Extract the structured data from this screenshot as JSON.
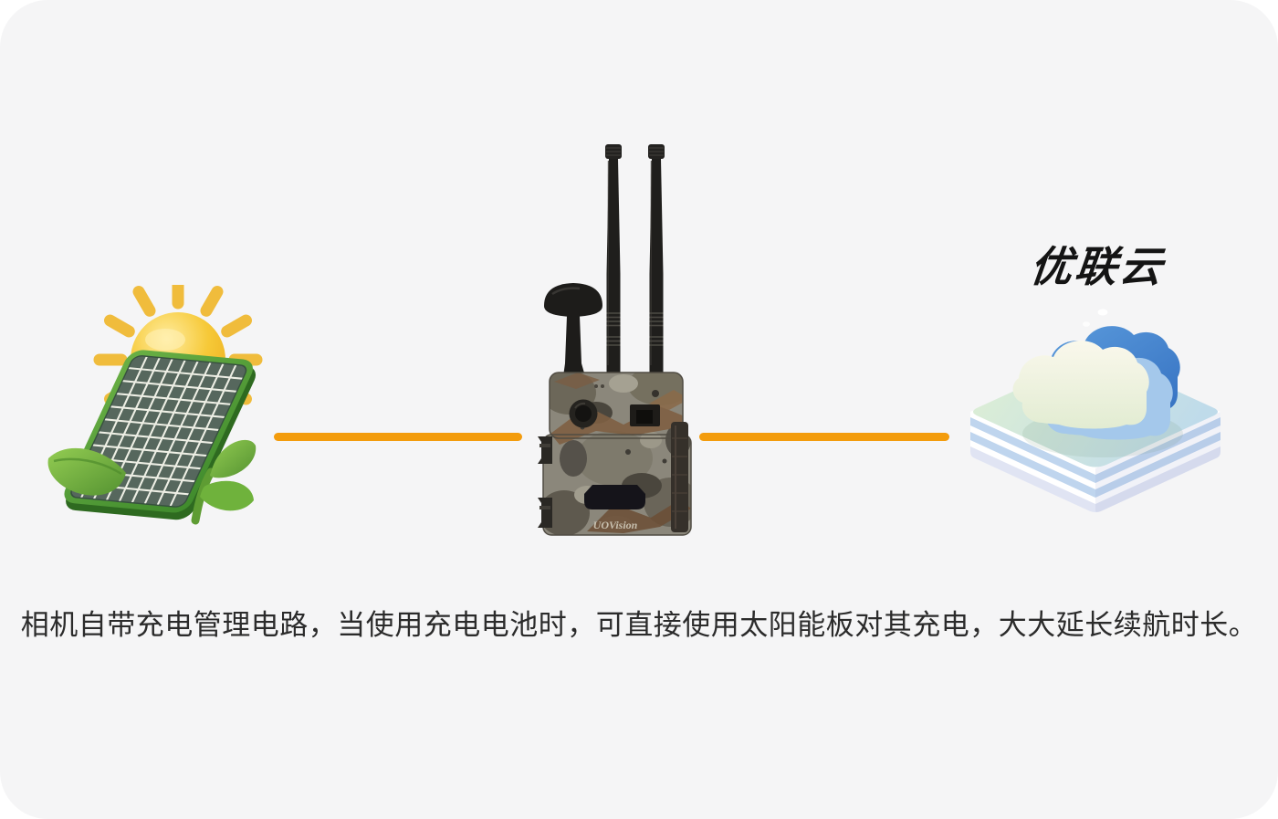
{
  "scene": {
    "page_bg": "#FFFFFF",
    "card_bg": "#F5F5F6",
    "connector_color": "#F39C0D",
    "caption_color": "#2B2B2B"
  },
  "nodes": {
    "solar": {
      "icon": "solar-panel-sun-icon"
    },
    "camera": {
      "icon": "trail-camera-icon",
      "brand": "UOVision"
    },
    "cloud": {
      "icon": "cloud-platform-icon",
      "label": "优联云"
    }
  },
  "caption": {
    "text": "相机自带充电管理电路，当使用充电电池时，可直接使用太阳能板对其充电，大大延长续航时长。"
  },
  "colors": {
    "sun_yellow": "#F6C938",
    "ray_yellow": "#F0BC3C",
    "panel_frame_green": "#4E9C33",
    "panel_cell": "#56675D",
    "leaf_green": "#7FBF45",
    "camo_base": "#8B877B",
    "cloud_blue": "#4181CF",
    "cloud_cream": "#F2F2DC",
    "platform_stripe_blue": "#BFD5EE"
  }
}
